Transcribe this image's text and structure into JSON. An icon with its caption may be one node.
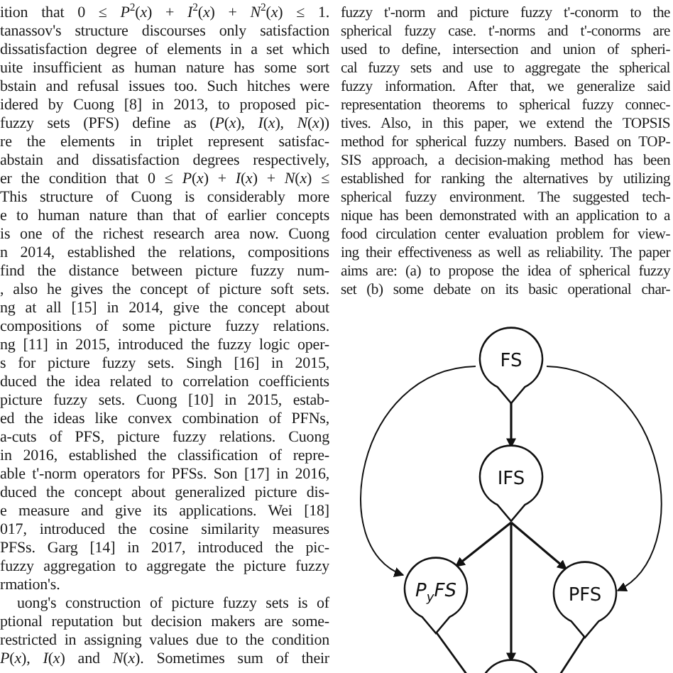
{
  "diagram": {
    "nodes": [
      {
        "text": [
          "FS"
        ]
      },
      {
        "text": [
          "IFS"
        ]
      },
      {
        "text": [
          "*P*$_{y}$*FS*"
        ]
      },
      {
        "text": [
          "PFS"
        ]
      },
      {
        "text": [],
        "shape": "drop"
      }
    ],
    "edges": [
      {
        "from": 0,
        "to": 1,
        "arrow": "to"
      },
      {
        "from": 0,
        "to": 2,
        "arrow": "to"
      },
      {
        "from": 0,
        "to": 3,
        "arrow": "to"
      },
      {
        "from": 1,
        "to": 2,
        "arrow": "to"
      },
      {
        "from": 1,
        "to": 3,
        "arrow": "to"
      },
      {
        "from": 1,
        "to": 4,
        "arrow": "to"
      },
      {
        "from": 2,
        "to": 4,
        "arrow": "none"
      },
      {
        "from": 3,
        "to": 4,
        "arrow": "none"
      }
    ],
    "labels": [
      "ition that 0 ≤ *P*$^{2}$(*x*) + *I*$^{2}$(*x*) + *N*$^{2}$(*x*) ≤ 1.",
      "tanassov's structure discourses only satisfaction",
      "dissatisfaction degree of elements in a set which",
      "uite insufficient as human nature has some sort",
      "bstain and refusal issues too. Such hitches were",
      "idered by Cuong [8] in 2013, to proposed pic-",
      "fuzzy sets (PFS) define as (*P*(*x*), *I*(*x*), *N*(*x*))",
      "re the elements in triplet represent satisfac-",
      "abstain and dissatisfaction degrees respectively,",
      "er the condition that 0 ≤ *P*(*x*) + *I*(*x*) + *N*(*x*) ≤",
      "This structure of Cuong is considerably more",
      "e to human nature than that of earlier concepts",
      "is one of the richest research area now. Cuong",
      "n 2014, established the relations, compositions",
      "find the distance between picture fuzzy num-",
      ", also he gives the concept of picture soft sets.",
      "ng at all [15] in 2014, give the concept about",
      "compositions of some picture fuzzy relations.",
      "ng [11] in 2015, introduced the fuzzy logic oper-",
      "s for picture fuzzy sets. Singh [16] in 2015,",
      "duced the idea related to correlation coefficients",
      "picture fuzzy sets. Cuong [10] in 2015, estab-",
      "ed the ideas like convex combination of PFNs,",
      "a-cuts of PFS, picture fuzzy relations. Cuong",
      "in 2016, established the classification of repre-",
      "able t'-norm operators for PFSs. Son [17] in 2016,",
      "duced the concept about generalized picture dis-",
      "e measure and give its applications. Wei [18]",
      "017, introduced the cosine similarity measures",
      "PFSs. Garg [14] in 2017, introduced the pic-",
      "fuzzy aggregation to aggregate the picture fuzzy",
      "rmation's.",
      "uong's construction of picture fuzzy sets is of",
      "ptional reputation but decision makers are some-",
      "restricted in assigning values due to the condition",
      "*P*(*x*), *I*(*x*) and *N*(*x*). Sometimes sum of their",
      "fuzzy t'-norm and picture fuzzy t'-conorm to the",
      "spherical fuzzy case. t'-norms and t'-conorms are",
      "used to define, intersection and union of spheri-",
      "cal fuzzy sets and use to aggregate the spherical",
      "fuzzy information. After that, we generalize said",
      "representation theorems to spherical fuzzy connec-",
      "tives. Also, in this paper, we extend the TOPSIS",
      "method for spherical fuzzy numbers. Based on TOP-",
      "SIS approach, a decision-making method has been",
      "established for ranking the alternatives by utilizing",
      "spherical fuzzy environment. The suggested tech-",
      "nique has been demonstrated with an application to a",
      "food circulation center evaluation problem for view-",
      "ing their effectiveness as well as reliability. The paper",
      "aims are: (a) to propose the idea of spherical fuzzy",
      "set (b) some debate on its basic operational char-"
    ]
  }
}
